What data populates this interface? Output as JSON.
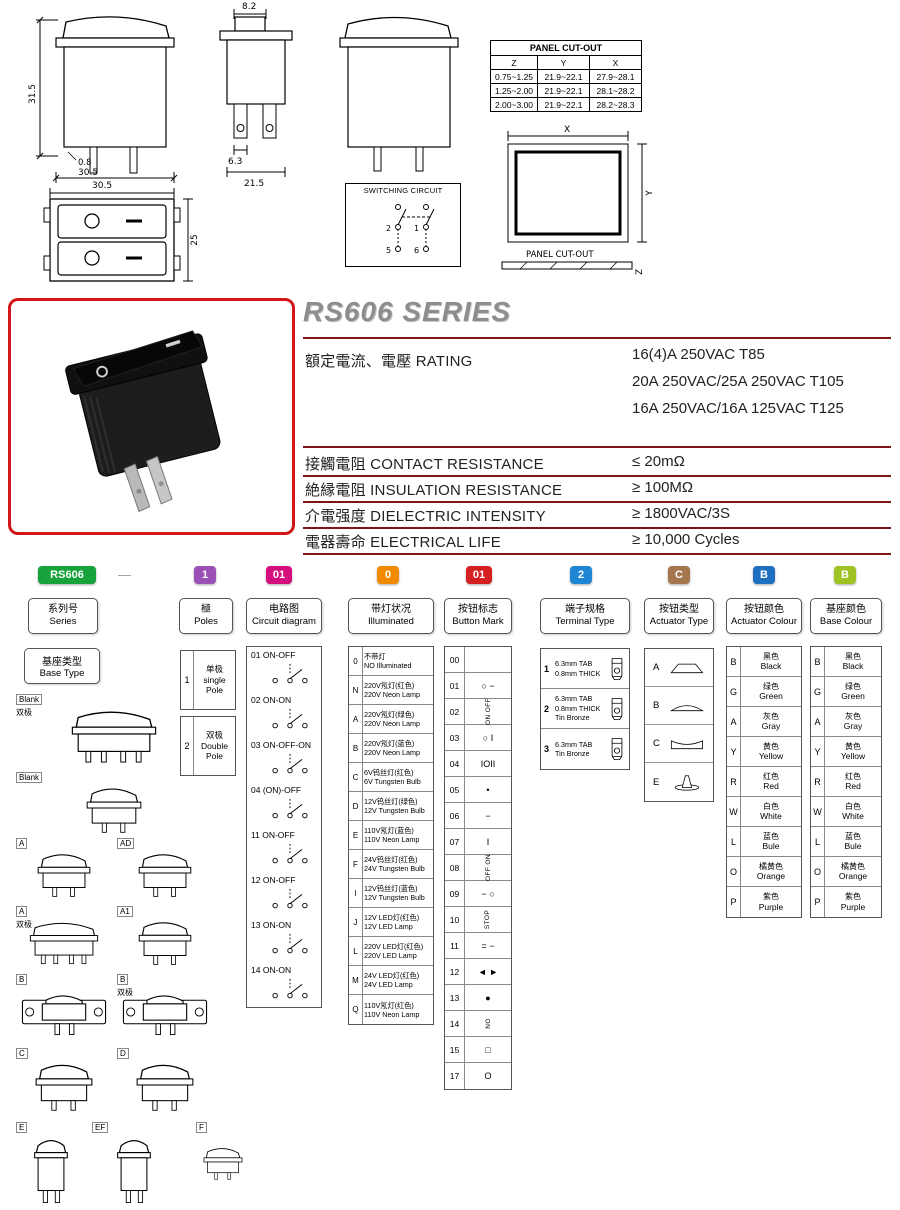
{
  "page": {
    "title": "RS606 SERIES"
  },
  "panel_cutout_table": {
    "title": "PANEL CUT-OUT",
    "headers": [
      "Z",
      "Y",
      "X"
    ],
    "rows": [
      {
        "z": "0.75~1.25",
        "y": "21.9~22.1",
        "x": "27.9~28.1"
      },
      {
        "z": "1.25~2.00",
        "y": "21.9~22.1",
        "x": "28.1~28.2"
      },
      {
        "z": "2.00~3.00",
        "y": "21.9~22.1",
        "x": "28.2~28.3"
      }
    ]
  },
  "dimensions": {
    "front_height": "31.5",
    "panel_lip": "0.8",
    "front_width": "30.5",
    "side_rocker_width": "8.2",
    "terminal_width": "6.3",
    "side_body_width": "21.5",
    "double_width": "30.5",
    "double_height": "25"
  },
  "switching_circuit": {
    "title": "SWITCHING CIRCUIT",
    "terminal_labels": [
      "2",
      "1",
      "5",
      "6"
    ]
  },
  "panel_cutout_drawing": {
    "x_label": "X",
    "y_label": "Y",
    "z_label": "Z",
    "caption": "PANEL CUT-OUT"
  },
  "specs": {
    "rating_label": "額定電流、電壓 RATING",
    "rating_values": [
      "16(4)A 250VAC T85",
      "20A 250VAC/25A 250VAC T105",
      "16A 250VAC/16A 125VAC T125"
    ],
    "rows": [
      {
        "label": "接觸電阻 CONTACT RESISTANCE",
        "value": "≤ 20mΩ"
      },
      {
        "label": "絶縁電阻 INSULATION RESISTANCE",
        "value": "≥ 100MΩ"
      },
      {
        "label": "介電强度 DIELECTRIC INTENSITY",
        "value": "≥ 1800VAC/3S"
      },
      {
        "label": "電器壽命 ELECTRICAL LIFE",
        "value": "≥ 10,000 Cycles"
      }
    ],
    "line_color": "#7e1517"
  },
  "ordering": {
    "dash": "—",
    "columns": [
      {
        "badge": "RS606",
        "badge_color": "#17a23b",
        "cn": "系列号",
        "en": "Series"
      },
      {
        "badge": "1",
        "badge_color": "#9a50b5",
        "cn": "極",
        "en": "Poles"
      },
      {
        "badge": "01",
        "badge_color": "#d40f7d",
        "cn": "电路图",
        "en": "Circuit diagram"
      },
      {
        "badge": "0",
        "badge_color": "#f08a00",
        "cn": "带灯状况",
        "en": "Illuminated"
      },
      {
        "badge": "01",
        "badge_color": "#d42020",
        "cn": "按钮标志",
        "en": "Button Mark"
      },
      {
        "badge": "2",
        "badge_color": "#1f86d4",
        "cn": "端子规格",
        "en": "Terminal Type"
      },
      {
        "badge": "C",
        "badge_color": "#a3764e",
        "cn": "按钮类型",
        "en": "Actuator Type"
      },
      {
        "badge": "B",
        "badge_color": "#1f6fc0",
        "cn": "按钮颜色",
        "en": "Actuator Colour"
      },
      {
        "badge": "B",
        "badge_color": "#9fc224",
        "cn": "基座颜色",
        "en": "Base Colour"
      }
    ],
    "base_type": {
      "header_cn": "基座类型",
      "header_en": "Base Type",
      "cells": [
        {
          "label": "Blank",
          "sub": "双极"
        },
        {
          "label": "Blank",
          "sub": ""
        },
        {
          "label": "A",
          "sub": ""
        },
        {
          "label": "AD",
          "sub": ""
        },
        {
          "label": "A",
          "sub": "双极"
        },
        {
          "label": "A1",
          "sub": ""
        },
        {
          "label": "B",
          "sub": ""
        },
        {
          "label": "B",
          "sub": "双极"
        },
        {
          "label": "C",
          "sub": ""
        },
        {
          "label": "D",
          "sub": ""
        },
        {
          "label": "E",
          "sub": ""
        },
        {
          "label": "EF",
          "sub": ""
        },
        {
          "label": "F",
          "sub": ""
        }
      ]
    },
    "poles": [
      {
        "code": "1",
        "cn": "单极",
        "en1": "single",
        "en2": "Pole"
      },
      {
        "code": "2",
        "cn": "双极",
        "en1": "Double",
        "en2": "Pole"
      }
    ],
    "circuits": [
      {
        "code": "01",
        "label": "ON-OFF"
      },
      {
        "code": "02",
        "label": "ON-ON"
      },
      {
        "code": "03",
        "label": "ON-OFF-ON"
      },
      {
        "code": "04",
        "label": "(ON)-OFF"
      },
      {
        "code": "11",
        "label": "ON-OFF"
      },
      {
        "code": "12",
        "label": "ON-OFF"
      },
      {
        "code": "13",
        "label": "ON-ON"
      },
      {
        "code": "14",
        "label": "ON-ON"
      }
    ],
    "illuminated": [
      {
        "code": "0",
        "cn": "不带灯",
        "en": "NO Illuminated"
      },
      {
        "code": "N",
        "cn": "220V氖灯(红色)",
        "en": "220V Neon Lamp"
      },
      {
        "code": "A",
        "cn": "220V氖灯(绿色)",
        "en": "220V Neon Lamp"
      },
      {
        "code": "B",
        "cn": "220V氖灯(蓝色)",
        "en": "220V Neon Lamp"
      },
      {
        "code": "C",
        "cn": "6V钨丝灯(红色)",
        "en": "6V Tungsten Bulb"
      },
      {
        "code": "D",
        "cn": "12V钨丝灯(绿色)",
        "en": "12V Tungsten Bulb"
      },
      {
        "code": "E",
        "cn": "110V氖灯(蓝色)",
        "en": "110V Neon Lamp"
      },
      {
        "code": "F",
        "cn": "24V钨丝灯(红色)",
        "en": "24V Tungsten Bulb"
      },
      {
        "code": "I",
        "cn": "12V钨丝灯(蓝色)",
        "en": "12V Tungsten Bulb"
      },
      {
        "code": "J",
        "cn": "12V LED灯(红色)",
        "en": "12V LED Lamp"
      },
      {
        "code": "L",
        "cn": "220V LED灯(红色)",
        "en": "220V LED Lamp"
      },
      {
        "code": "M",
        "cn": "24V LED灯(红色)",
        "en": "24V LED Lamp"
      },
      {
        "code": "Q",
        "cn": "110V氖灯(红色)",
        "en": "110V Neon Lamp"
      }
    ],
    "button_marks": [
      {
        "code": "00",
        "mark": ""
      },
      {
        "code": "01",
        "mark": "○ −"
      },
      {
        "code": "02",
        "mark": "ON OFF",
        "rot": true
      },
      {
        "code": "03",
        "mark": "○ I"
      },
      {
        "code": "04",
        "mark": "IOII"
      },
      {
        "code": "05",
        "mark": "•"
      },
      {
        "code": "06",
        "mark": "−"
      },
      {
        "code": "07",
        "mark": "I"
      },
      {
        "code": "08",
        "mark": "OFF ON",
        "rot": true
      },
      {
        "code": "09",
        "mark": "− ○"
      },
      {
        "code": "10",
        "mark": "STOP",
        "rot": true
      },
      {
        "code": "11",
        "mark": "= −"
      },
      {
        "code": "12",
        "mark": "◄ ►"
      },
      {
        "code": "13",
        "mark": "●"
      },
      {
        "code": "14",
        "mark": "NO",
        "rot": true
      },
      {
        "code": "15",
        "mark": "□"
      },
      {
        "code": "17",
        "mark": "O"
      }
    ],
    "terminals": [
      {
        "code": "1",
        "l1": "6.3mm TAB",
        "l2": "0.8mm THICK",
        "l3": ""
      },
      {
        "code": "2",
        "l1": "6.3mm TAB",
        "l2": "0.8mm THICK",
        "l3": "Tin Bronze"
      },
      {
        "code": "3",
        "l1": "6.3mm TAB",
        "l2": "Tin Bronze",
        "l3": ""
      }
    ],
    "actuator_types": [
      {
        "code": "A"
      },
      {
        "code": "B"
      },
      {
        "code": "C"
      },
      {
        "code": "E"
      }
    ],
    "actuator_colours": [
      {
        "code": "B",
        "cn": "黑色",
        "en": "Black"
      },
      {
        "code": "G",
        "cn": "绿色",
        "en": "Green"
      },
      {
        "code": "A",
        "cn": "灰色",
        "en": "Gray"
      },
      {
        "code": "Y",
        "cn": "黄色",
        "en": "Yellow"
      },
      {
        "code": "R",
        "cn": "红色",
        "en": "Red"
      },
      {
        "code": "W",
        "cn": "白色",
        "en": "White"
      },
      {
        "code": "L",
        "cn": "蓝色",
        "en": "Bule"
      },
      {
        "code": "O",
        "cn": "橘黄色",
        "en": "Orange"
      },
      {
        "code": "P",
        "cn": "紫色",
        "en": "Purple"
      }
    ],
    "base_colours": [
      {
        "code": "B",
        "cn": "黑色",
        "en": "Black"
      },
      {
        "code": "G",
        "cn": "绿色",
        "en": "Green"
      },
      {
        "code": "A",
        "cn": "灰色",
        "en": "Gray"
      },
      {
        "code": "Y",
        "cn": "黄色",
        "en": "Yellow"
      },
      {
        "code": "R",
        "cn": "红色",
        "en": "Red"
      },
      {
        "code": "W",
        "cn": "白色",
        "en": "White"
      },
      {
        "code": "L",
        "cn": "蓝色",
        "en": "Bule"
      },
      {
        "code": "O",
        "cn": "橘黄色",
        "en": "Orange"
      },
      {
        "code": "P",
        "cn": "紫色",
        "en": "Purple"
      }
    ]
  }
}
